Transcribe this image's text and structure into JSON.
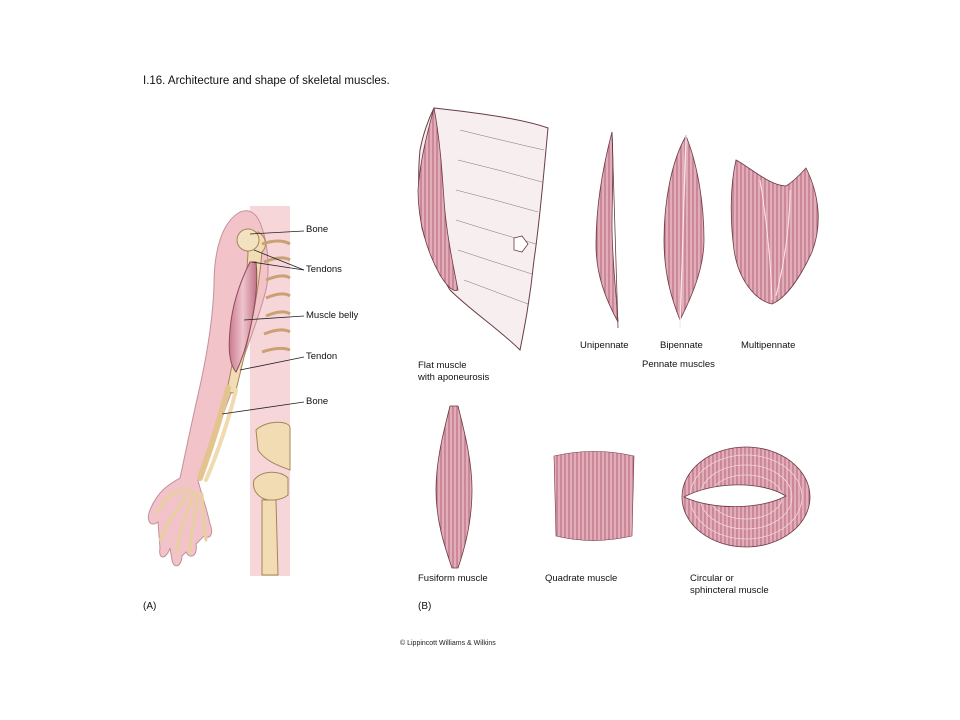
{
  "title": "I.16. Architecture and shape of skeletal muscles.",
  "panel_a": {
    "letter": "(A)",
    "labels": {
      "bone_top": "Bone",
      "tendons": "Tendons",
      "muscle_belly": "Muscle belly",
      "tendon": "Tendon",
      "bone_bottom": "Bone"
    }
  },
  "panel_b": {
    "letter": "(B)",
    "flat_muscle": "Flat muscle\nwith aponeurosis",
    "unipennate": "Unipennate",
    "bipennate": "Bipennate",
    "multipennate": "Multipennate",
    "pennate_muscles": "Pennate muscles",
    "fusiform": "Fusiform muscle",
    "quadrate": "Quadrate muscle",
    "circular": "Circular or\nsphincteral muscle"
  },
  "copyright": "© Lippincott Williams & Wilkins",
  "colors": {
    "muscle": "#d99aa8",
    "muscle_dark": "#b86a7e",
    "skin": "#f5cfd3",
    "bone": "#f1dcb3",
    "outline": "#6b3b46"
  }
}
